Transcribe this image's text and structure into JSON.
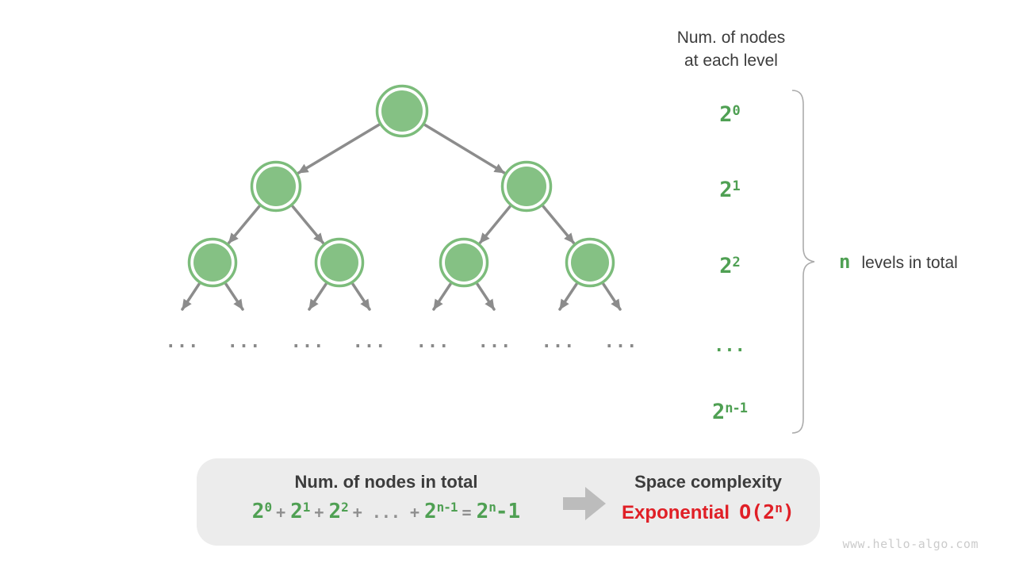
{
  "figure": {
    "watermark": "www.hello-algo.com"
  },
  "right_panel": {
    "header_line1": "Num. of nodes",
    "header_line2": "at each level",
    "levels": [
      {
        "base": "2",
        "sup": "0"
      },
      {
        "base": "2",
        "sup": "1"
      },
      {
        "base": "2",
        "sup": "2"
      },
      {
        "base": "...",
        "sup": ""
      },
      {
        "base": "2",
        "sup": "n-1"
      }
    ],
    "brace_label_n": "n",
    "brace_label_text": "levels in total"
  },
  "tree": {
    "ellipsis": "...",
    "levels_visible": 3,
    "nodes_per_level": [
      1,
      2,
      4
    ]
  },
  "summary_box": {
    "left_title": "Num. of nodes in total",
    "formula": {
      "t0_base": "2",
      "t0_sup": "0",
      "plus": "+",
      "t1_base": "2",
      "t1_sup": "1",
      "t2_base": "2",
      "t2_sup": "2",
      "dots": "...",
      "tn_base": "2",
      "tn_sup": "n-1",
      "equals": "=",
      "res_base": "2",
      "res_sup": "n",
      "res_tail": "-1"
    },
    "right_title": "Space complexity",
    "complexity_name": "Exponential",
    "big_o_open": "O(2",
    "big_o_sup": "n",
    "big_o_close": ")"
  },
  "colors": {
    "green_text": "#4fa053",
    "node_fill": "#85c184",
    "node_ring": "#7cbc7b",
    "dark_text": "#3c3c3c",
    "arrow_gray": "#8c8c8c",
    "block_arrow_gray": "#bcbcbc",
    "red": "#e01f26",
    "box_bg": "#ececec"
  }
}
